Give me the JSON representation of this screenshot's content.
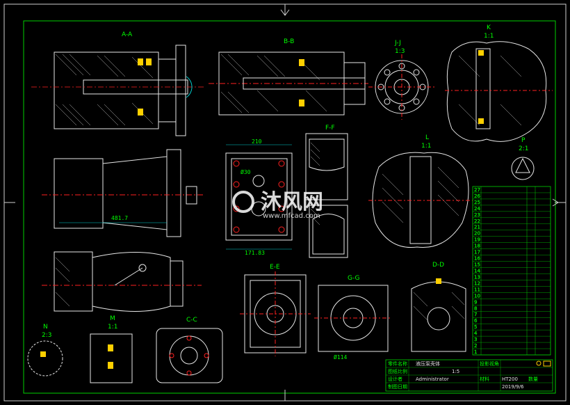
{
  "watermark": {
    "brand": "沐风网",
    "url": "www.mfcad.com"
  },
  "views": {
    "aa": "A-A",
    "bb": "B-B",
    "jj": "J-J",
    "jj_scale": "1:3",
    "k": "K",
    "k_scale": "1:1",
    "ff": "F-F",
    "l": "L",
    "l_scale": "1:1",
    "p": "P",
    "p_scale": "2:1",
    "ee": "E-E",
    "gg": "G-G",
    "dd": "D-D",
    "cc": "C-C",
    "n": "N",
    "n_scale": "2:3",
    "m": "M",
    "m_scale": "1:1"
  },
  "dims": {
    "d210": "210",
    "d17183": "171.83",
    "d4817": "481.7",
    "d114": "Ø114",
    "d30": "Ø30"
  },
  "part_numbers": [
    "1",
    "2",
    "3",
    "4",
    "5",
    "6",
    "7",
    "8",
    "9",
    "10",
    "11",
    "12",
    "13",
    "14",
    "15",
    "16",
    "17",
    "18",
    "19",
    "20",
    "21",
    "22",
    "23",
    "24",
    "25",
    "26",
    "27"
  ],
  "title_block": {
    "row1_label": "零件名称",
    "row1_value": "液压泵壳体",
    "row2_label": "图纸比例",
    "row2_value": "1:5",
    "row3_label": "设计者",
    "row3_value": "Administrator",
    "row4_label": "制图日期",
    "row4_value": "2019/9/6",
    "material_label": "材料",
    "material_value": "HT200",
    "qty_label": "数量",
    "projection_label": "投影视角"
  }
}
